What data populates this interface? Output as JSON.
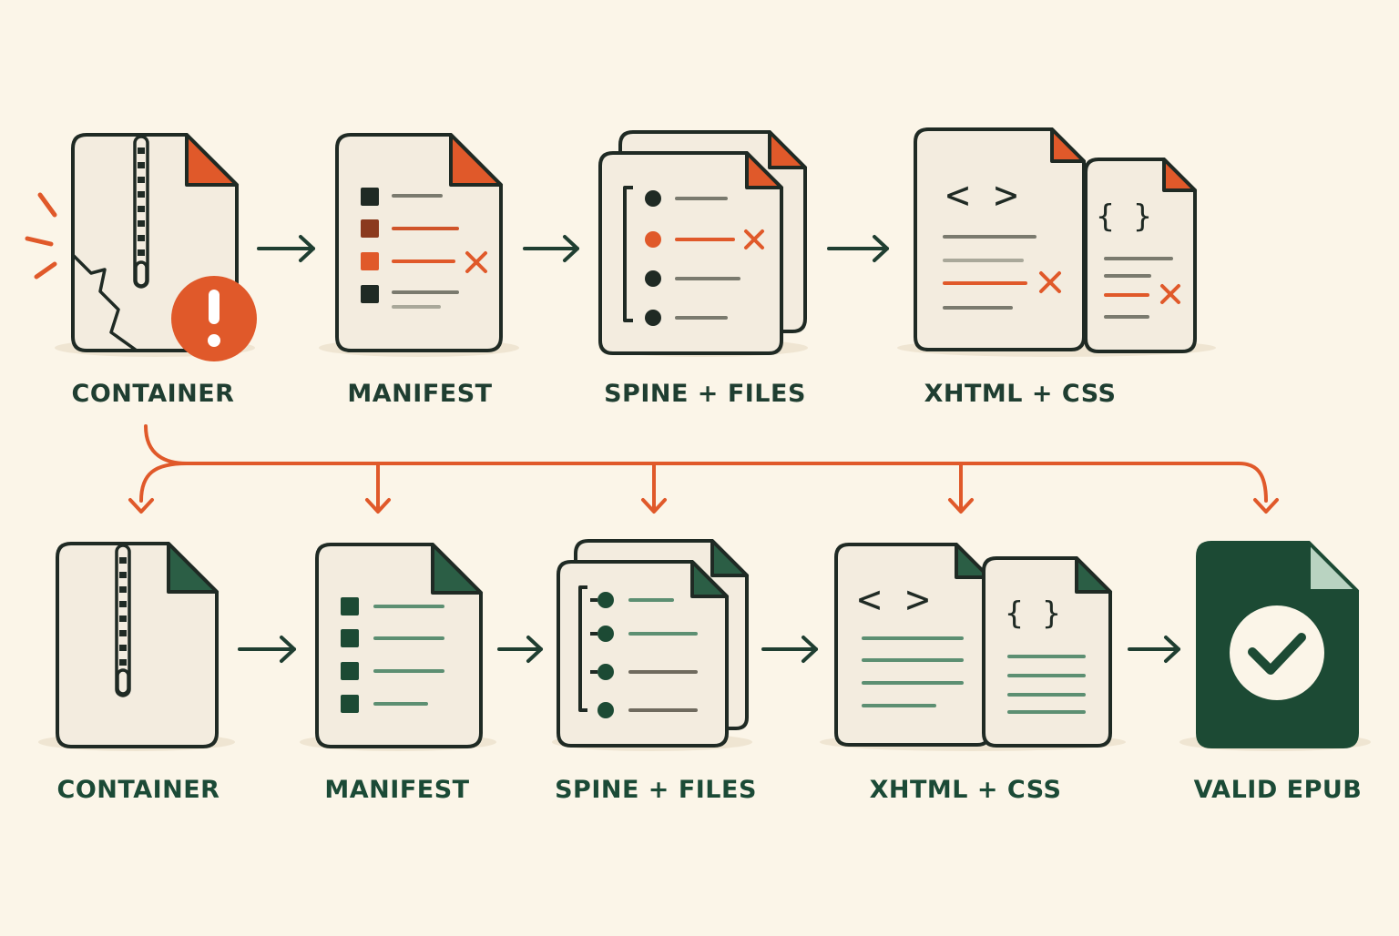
{
  "diagram": {
    "row_broken": {
      "stages": [
        {
          "label": "CONTAINER"
        },
        {
          "label": "MANIFEST"
        },
        {
          "label": "SPINE + FILES"
        },
        {
          "label": "XHTML + CSS"
        }
      ]
    },
    "row_fixed": {
      "stages": [
        {
          "label": "CONTAINER"
        },
        {
          "label": "MANIFEST"
        },
        {
          "label": "SPINE + FILES"
        },
        {
          "label": "XHTML + CSS"
        },
        {
          "label": "VALID EPUB"
        }
      ]
    },
    "icons": {
      "code": "< >",
      "braces": "{ }"
    },
    "colors": {
      "background": "#fbf5e8",
      "paper": "#f3ecdf",
      "outline": "#1f2a24",
      "error_orange": "#e0592a",
      "valid_green": "#1c4a34",
      "line_gray": "#7a7a6e",
      "line_green": "#5c8f72"
    }
  }
}
